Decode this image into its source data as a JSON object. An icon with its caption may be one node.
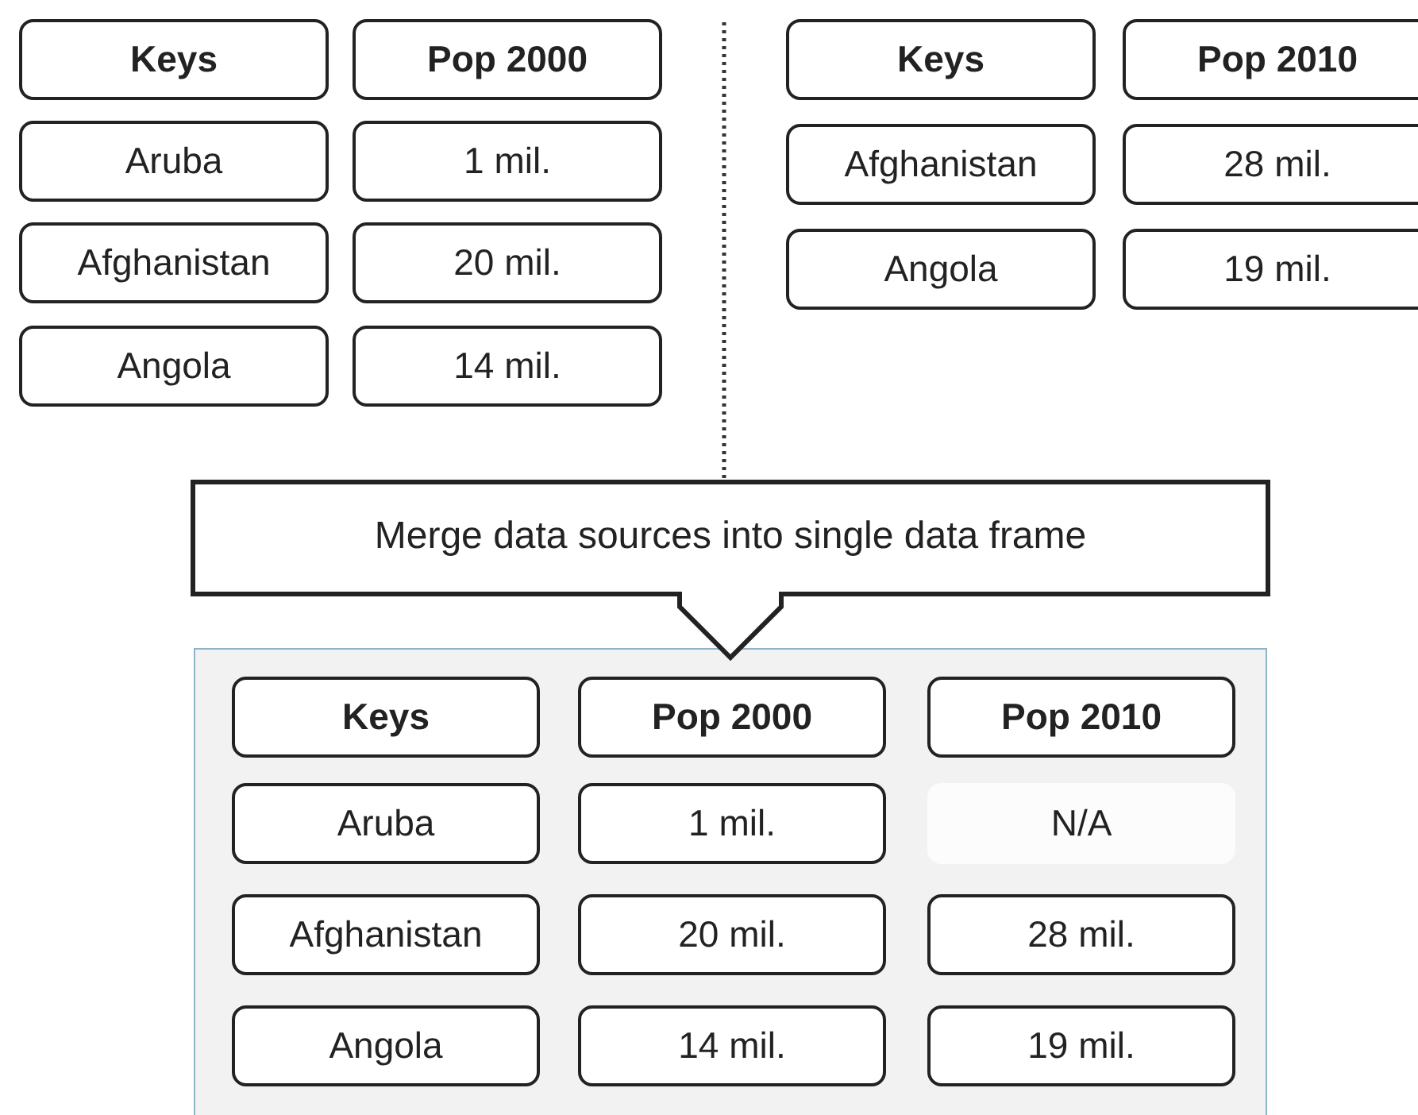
{
  "diagram": {
    "nodes": [
      {
        "text": [
          "Keys"
        ]
      },
      {
        "text": [
          "Pop 2000"
        ]
      },
      {
        "text": [
          "Aruba"
        ]
      },
      {
        "text": [
          "1 mil."
        ]
      },
      {
        "text": [
          "Afghanistan"
        ]
      },
      {
        "text": [
          "20 mil."
        ]
      },
      {
        "text": [
          "Angola"
        ]
      },
      {
        "text": [
          "14 mil."
        ]
      },
      {
        "text": [
          "Keys"
        ]
      },
      {
        "text": [
          "Pop 2010"
        ]
      },
      {
        "text": [
          "Afghanistan"
        ]
      },
      {
        "text": [
          "28 mil."
        ]
      },
      {
        "text": [
          "Angola"
        ]
      },
      {
        "text": [
          "19 mil."
        ]
      },
      {
        "text": [
          "Merge data sources into single data frame"
        ]
      },
      {
        "text": [],
        "shape": "box"
      },
      {
        "text": [
          "Keys"
        ],
        "in": 15
      },
      {
        "text": [
          "Pop 2000"
        ],
        "in": 15
      },
      {
        "text": [
          "Pop 2010"
        ],
        "in": 15
      },
      {
        "text": [
          "Aruba"
        ],
        "in": 15
      },
      {
        "text": [
          "1 mil."
        ],
        "in": 15
      },
      {
        "text": [
          "N/A"
        ],
        "in": 15
      },
      {
        "text": [
          "Afghanistan"
        ],
        "in": 15
      },
      {
        "text": [
          "20 mil."
        ],
        "in": 15
      },
      {
        "text": [
          "28 mil."
        ],
        "in": 15
      },
      {
        "text": [
          "Angola"
        ],
        "in": 15
      },
      {
        "text": [
          "14 mil."
        ],
        "in": 15
      },
      {
        "text": [
          "19 mil."
        ],
        "in": 15
      }
    ]
  }
}
